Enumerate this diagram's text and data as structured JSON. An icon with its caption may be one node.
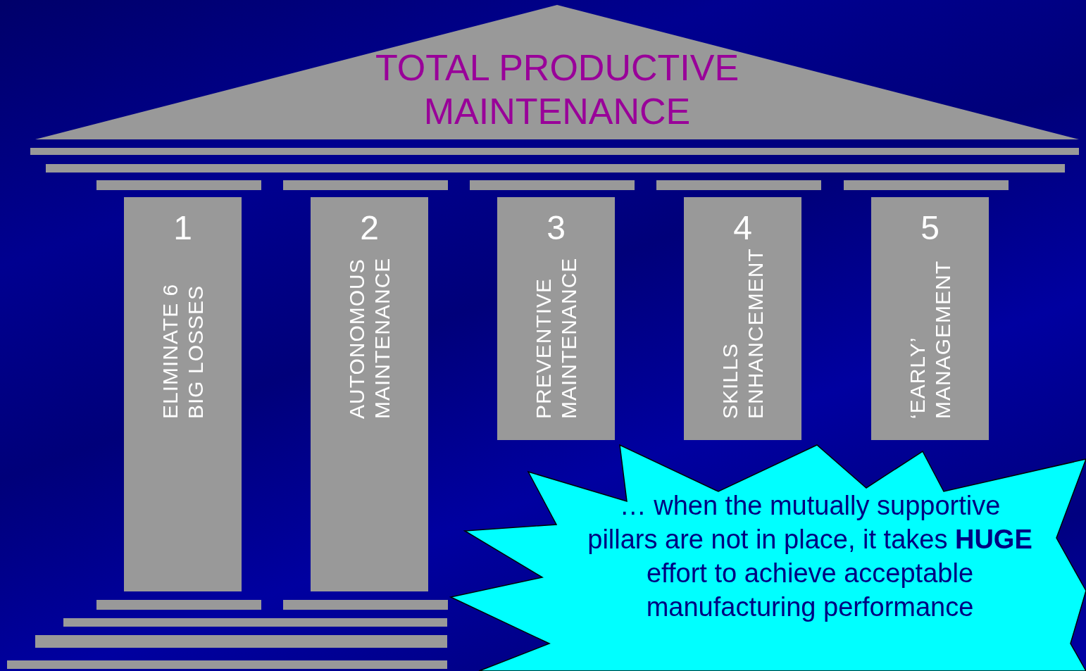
{
  "diagram": {
    "nodes": [
      {
        "text": [
          "TOTAL PRODUCTIVE MAINTENANCE"
        ]
      },
      {
        "text": [
          "1",
          "ELIMINATE 6 BIG LOSSES"
        ]
      },
      {
        "text": [
          "2",
          "AUTONOMOUS MAINTENANCE"
        ]
      },
      {
        "text": [
          "3",
          "PREVENTIVE MAINTENANCE"
        ]
      },
      {
        "text": [
          "4",
          "SKILLS ENHANCEMENT"
        ]
      },
      {
        "text": [
          "5",
          "‘EARLY’ MANAGEMENT"
        ]
      },
      {
        "text": [
          "… when the mutually supportive pillars are not in place, it takes **HUGE** effort to achieve acceptable manufacturing performance"
        ]
      }
    ]
  }
}
